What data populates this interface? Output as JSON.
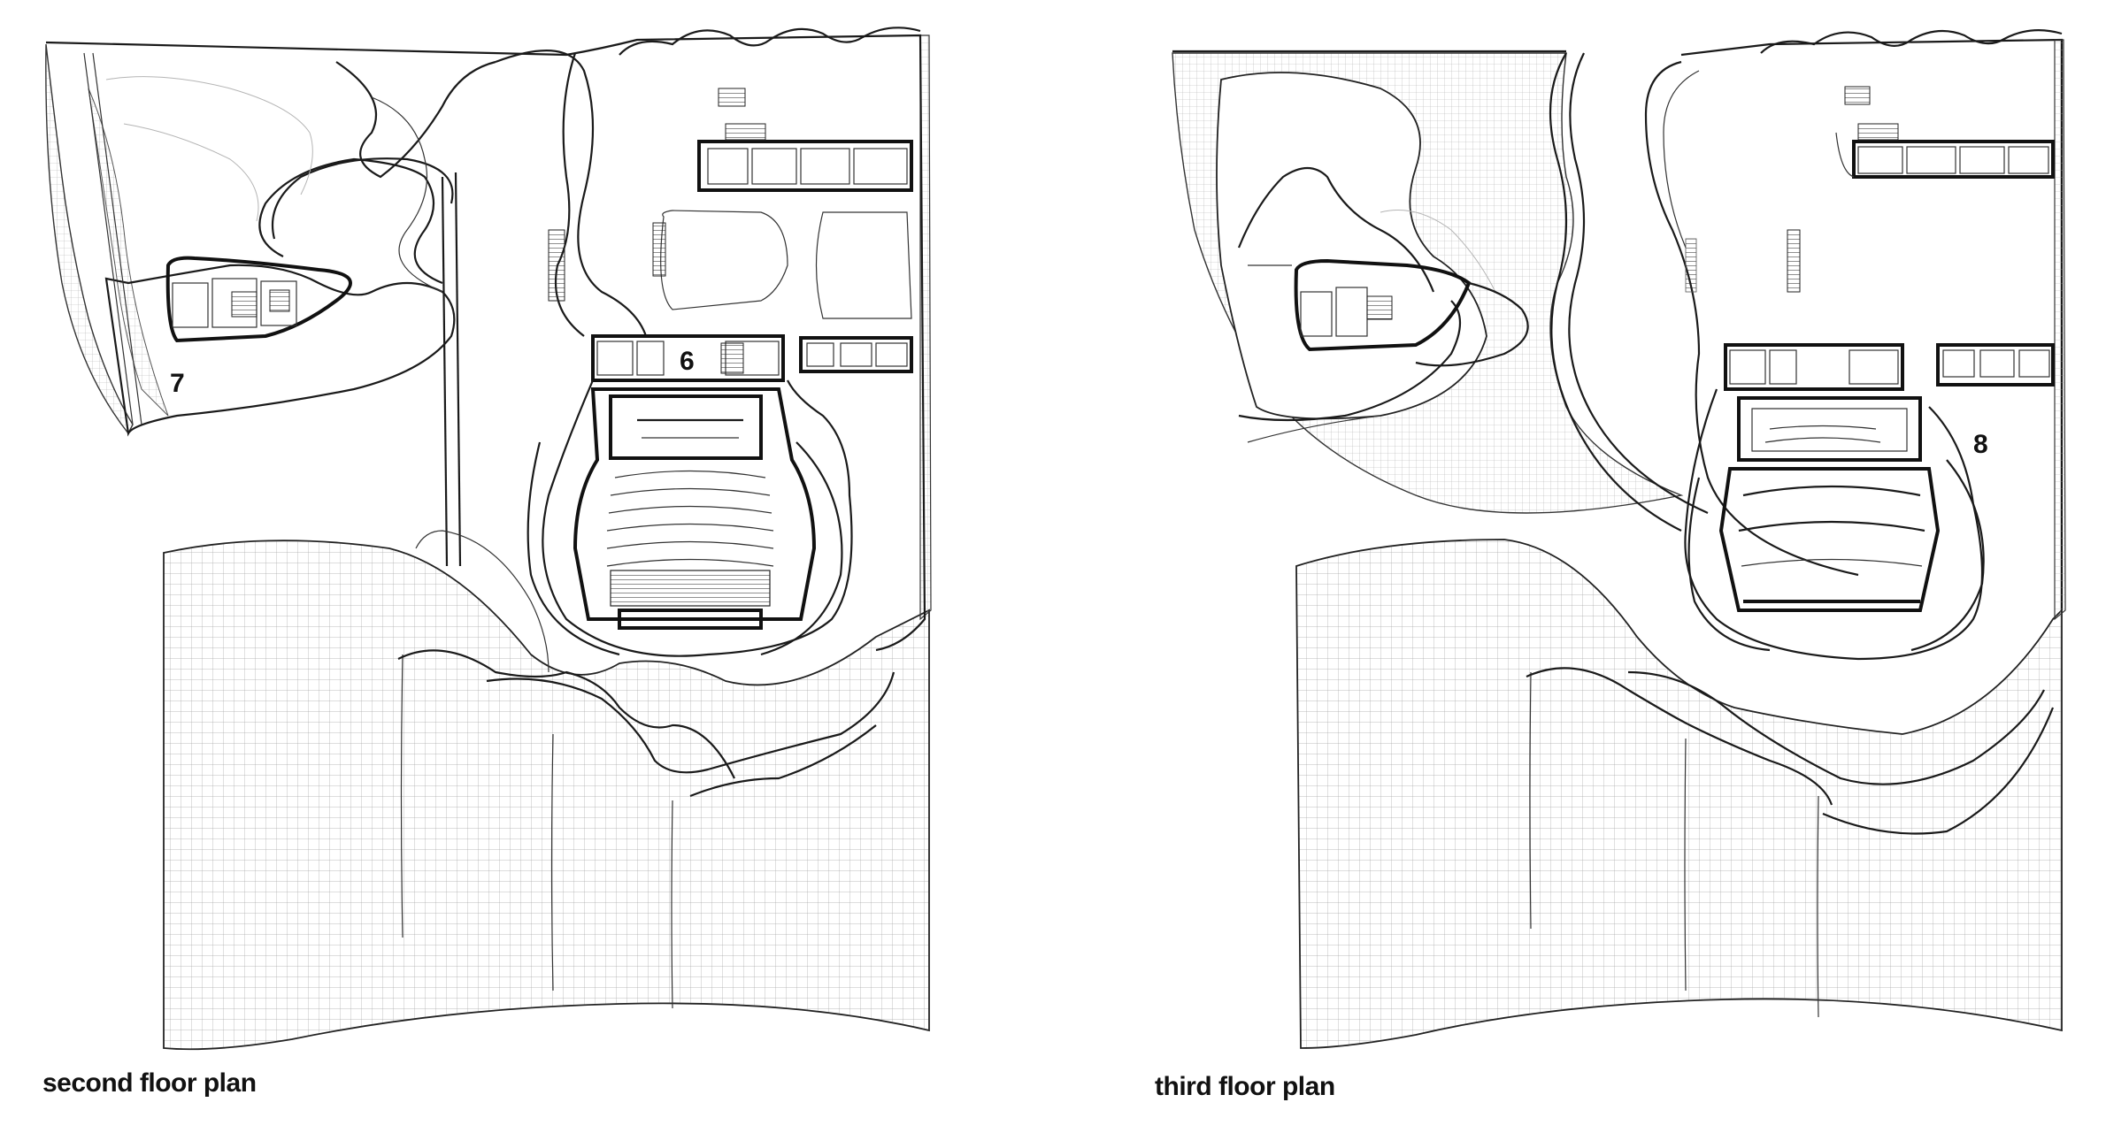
{
  "captions": {
    "left": "second floor plan",
    "right": "third floor plan"
  },
  "room_labels": {
    "left_6": "6",
    "left_7": "7",
    "right_8": "8"
  }
}
